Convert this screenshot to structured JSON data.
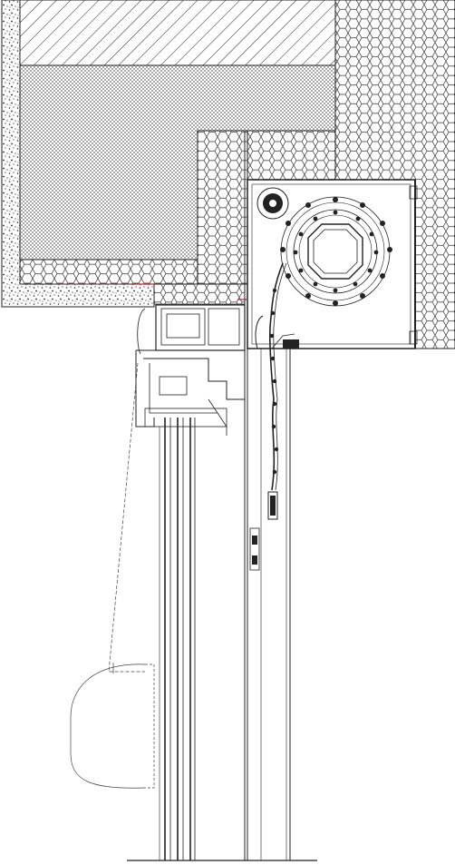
{
  "drawing": {
    "kind": "architectural section",
    "labels": [],
    "colors": {
      "line": "#1a1a1a",
      "accent_red": "#d0202a",
      "paper": "#ffffff"
    },
    "materials": [
      {
        "name": "masonry",
        "pattern": "diagonal-hatch"
      },
      {
        "name": "insulation",
        "pattern": "crosshatch"
      },
      {
        "name": "lightweight-block",
        "pattern": "honeycomb"
      },
      {
        "name": "plaster",
        "pattern": "stipple"
      }
    ]
  }
}
